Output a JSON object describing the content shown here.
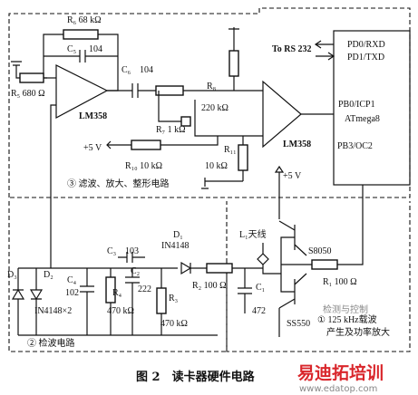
{
  "caption": "图 2　读卡器硬件电路",
  "sections": {
    "filter": "③ 滤波、放大、整形电路",
    "detect": "② 检波电路",
    "carrier_line1": "① 125 kHz载波",
    "carrier_line2": "产生及功率放大"
  },
  "mcu": {
    "name": "ATmega8",
    "pins": [
      "PD0/RXD",
      "PD1/TXD",
      "PB0/ICP1",
      "PB3/OC2"
    ],
    "to_rs232": "To RS 232"
  },
  "opamps": [
    "LM358",
    "LM358"
  ],
  "components": {
    "r6": "R₆ 68 kΩ",
    "r5": "R₅ 680 Ω",
    "c5": "C₅",
    "c5_val": "104",
    "c6": "C₆",
    "c6_val": "104",
    "r8": "R₈",
    "r8_val": "220 kΩ",
    "r7": "R₇ 1 kΩ",
    "r10": "R₁₀ 10 kΩ",
    "r11": "R₁₁",
    "r11_val": "10 kΩ",
    "v5_left": "+5 V",
    "v5_right": "+5 V",
    "d1": "D₁",
    "d1_val": "IN4148",
    "d3": "D₃",
    "d2": "D₂",
    "d23_val": "IN4148×2",
    "c4": "C₄",
    "c4_val": "102",
    "c3": "C₃",
    "c3_val": "103",
    "c2": "C₂",
    "c2_val": "222",
    "r4": "R₄",
    "r4_val": "470 kΩ",
    "r3": "R₃",
    "r3_val": "470 kΩ",
    "r2": "R₂ 100 Ω",
    "c1": "C₁",
    "c1_val": "472",
    "l1": "L₁天线",
    "q1": "S8050",
    "q2": "SS550",
    "r1": "R₁ 100 Ω"
  },
  "watermark": {
    "brand": "易迪拓培训",
    "url": "www.edatop.com",
    "faint": "检测与控制"
  }
}
